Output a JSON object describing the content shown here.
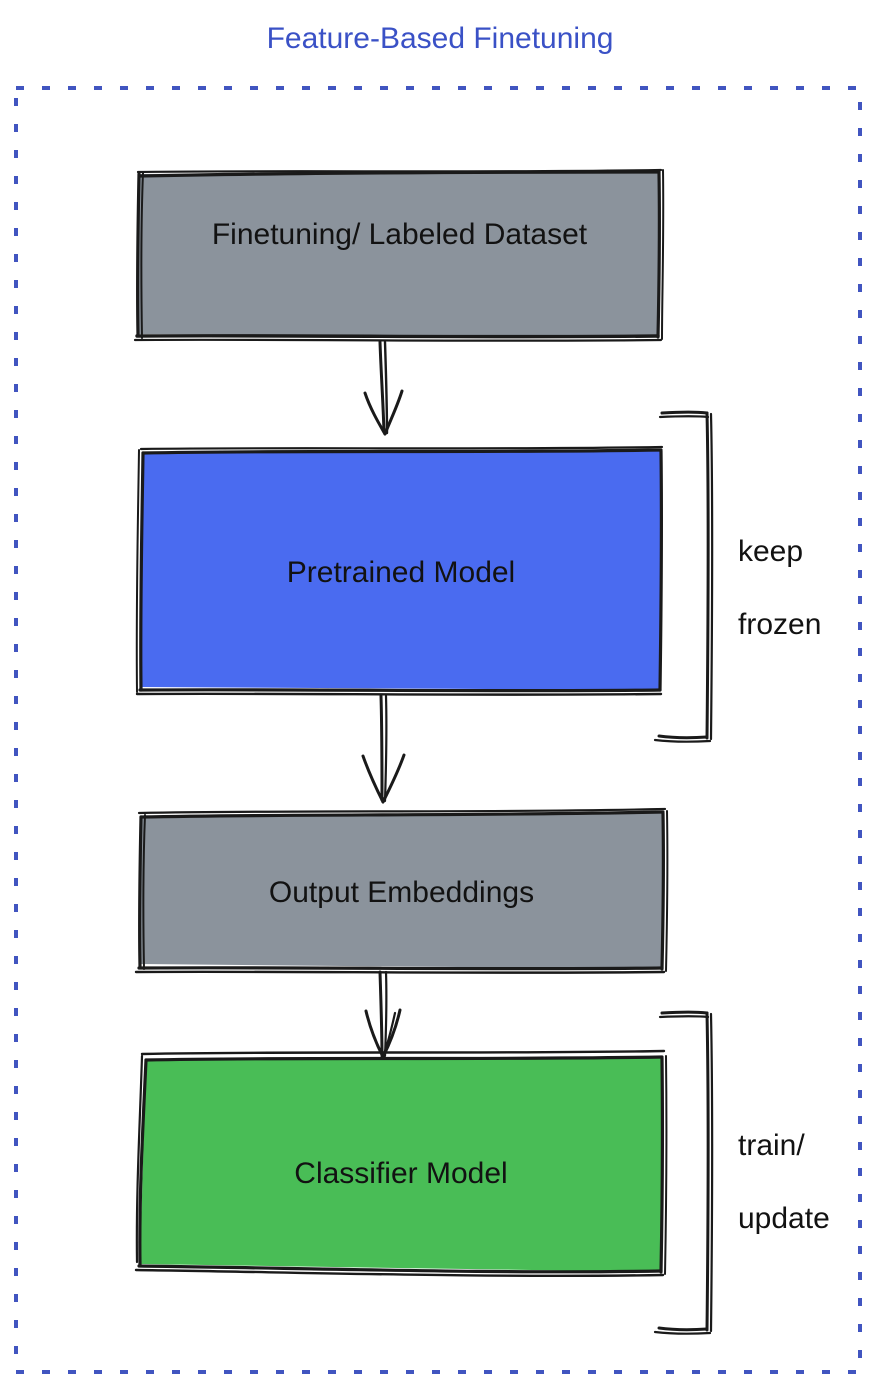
{
  "title": "Feature-Based Finetuning",
  "colors": {
    "title": "#3a51c6",
    "dashed_border": "#4155c0",
    "gray_fill": "#8b939c",
    "blue_fill": "#4a6bf0",
    "green_fill": "#49bd56",
    "stroke": "#1a1a1a",
    "background": "#ffffff",
    "text": "#121212"
  },
  "container": {
    "name": "dashed-frame"
  },
  "nodes": [
    {
      "id": "dataset",
      "label": "Finetuning/ Labeled Dataset",
      "fill": "#8b939c",
      "shape": "rectangle"
    },
    {
      "id": "pretrained-model",
      "label": "Pretrained Model",
      "fill": "#4a6bf0",
      "shape": "rectangle"
    },
    {
      "id": "output-embeddings",
      "label": "Output Embeddings",
      "fill": "#8b939c",
      "shape": "rectangle"
    },
    {
      "id": "classifier-model",
      "label": "Classifier Model",
      "fill": "#49bd56",
      "shape": "rectangle"
    }
  ],
  "edges": [
    {
      "id": "edge-dataset-to-pretrained",
      "from": "dataset",
      "to": "pretrained-model",
      "style": "arrow"
    },
    {
      "id": "edge-pretrained-to-embeddings",
      "from": "pretrained-model",
      "to": "output-embeddings",
      "style": "arrow"
    },
    {
      "id": "edge-embeddings-to-classifier",
      "from": "output-embeddings",
      "to": "classifier-model",
      "style": "arrow"
    }
  ],
  "annotations": [
    {
      "id": "keep-frozen",
      "label": "keep\nfrozen",
      "line1": "keep",
      "line2": "frozen",
      "target": "pretrained-model",
      "bracket": "right-square-bracket"
    },
    {
      "id": "train-update",
      "label": "train/\nupdate",
      "line1": "train/",
      "line2": "update",
      "target": "classifier-model",
      "bracket": "right-square-bracket"
    }
  ]
}
